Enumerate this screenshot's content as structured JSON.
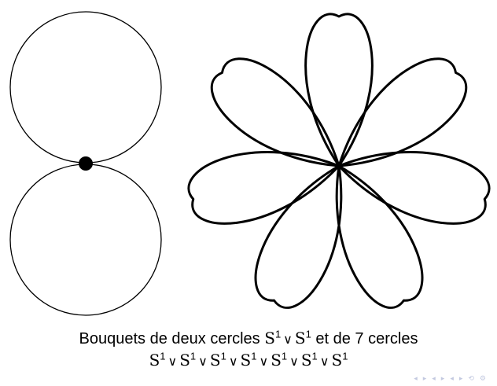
{
  "caption": {
    "line1_prefix": "Bouquets de deux cercles ",
    "line1_middle": " et de 7 cercles",
    "circle_base": "S",
    "circle_exponent": "1",
    "wedge": "∨"
  },
  "diagram": {
    "left": {
      "description_count": 2,
      "line_color": "#000000",
      "point_color": "#000000"
    },
    "right": {
      "petal_count": 7,
      "line_color": "#000000"
    }
  },
  "navigation": {
    "icons": [
      "prev-slide-icon",
      "prev-frame-icon",
      "prev-section-icon",
      "next-section-icon",
      "prev-subsection-icon",
      "next-subsection-icon",
      "search-icon",
      "settings-icon"
    ],
    "glyphs": [
      "◂",
      "▸",
      "◂",
      "▸",
      "◂",
      "▸",
      "⟲",
      "⚙"
    ],
    "color": "#c3c9e0"
  }
}
